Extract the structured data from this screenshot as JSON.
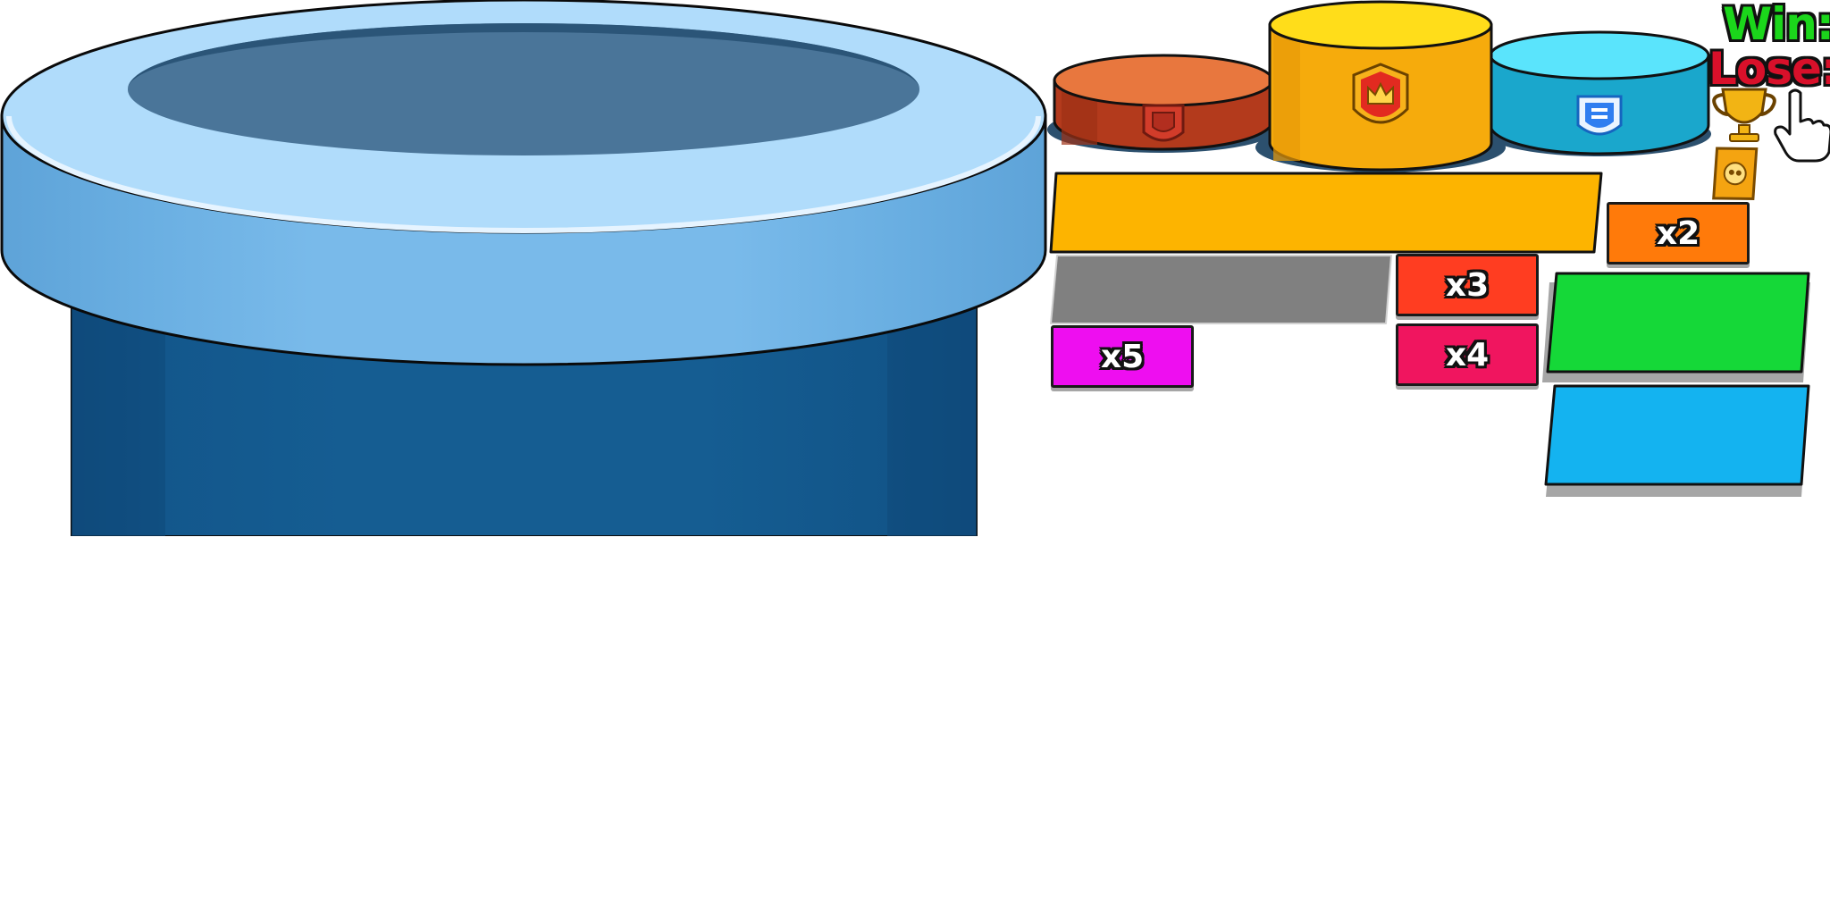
{
  "status": {
    "win_label": "Win:",
    "lose_label": "Lose:",
    "win_color": "#1bd61b",
    "lose_color": "#d8102a"
  },
  "multipliers": [
    {
      "label": "x2",
      "color": "#ff7a0a"
    },
    {
      "label": "x3",
      "color": "#ff3d21"
    },
    {
      "label": "x4",
      "color": "#f0155f"
    },
    {
      "label": "x5",
      "color": "#ee0ef0"
    }
  ],
  "pipe": {
    "rim_color": "#7fc0f0",
    "body_color": "#14578c"
  },
  "tiers": [
    {
      "name": "bronze-tier",
      "color": "#c04a22",
      "icon": "shield-icon"
    },
    {
      "name": "gold-tier",
      "color": "#fbb80d",
      "icon": "crown-shield-icon"
    },
    {
      "name": "blue-tier",
      "color": "#2ab8da",
      "icon": "blue-shield-icon"
    }
  ],
  "icons": [
    "trophy-icon",
    "pointer-hand-icon",
    "ticket-icon"
  ],
  "panels": {
    "yellow_bar": "#fdb400",
    "gray_bar": "#808080",
    "green_button": "#15d838",
    "blue_button": "#14b3f0"
  }
}
